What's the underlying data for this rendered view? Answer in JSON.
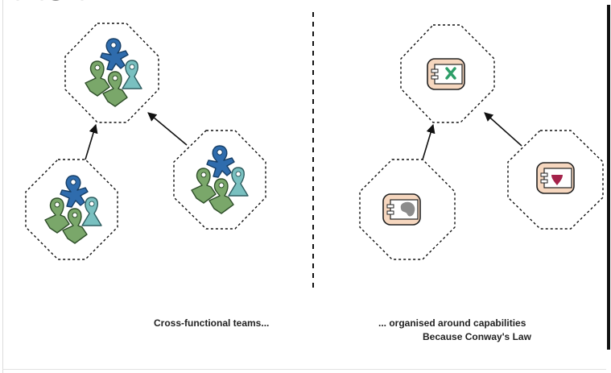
{
  "captions": {
    "left": "Cross-functional teams...",
    "right_line1": "... organised around capabilities",
    "right_line2": "Because Conway's Law"
  },
  "colors": {
    "person_blue": "#2f6cad",
    "person_green": "#7aa76a",
    "person_teal": "#79c0c0",
    "component_fill": "#f6d7bf",
    "cap_green": "#2e9e68",
    "cap_grey": "#8c8c8c",
    "cap_crimson": "#a4224a"
  },
  "icons": {
    "team": "person-group-icon",
    "capability_a": "green-x-icon",
    "capability_b": "grey-blob-icon",
    "capability_c": "crimson-heart-icon"
  }
}
